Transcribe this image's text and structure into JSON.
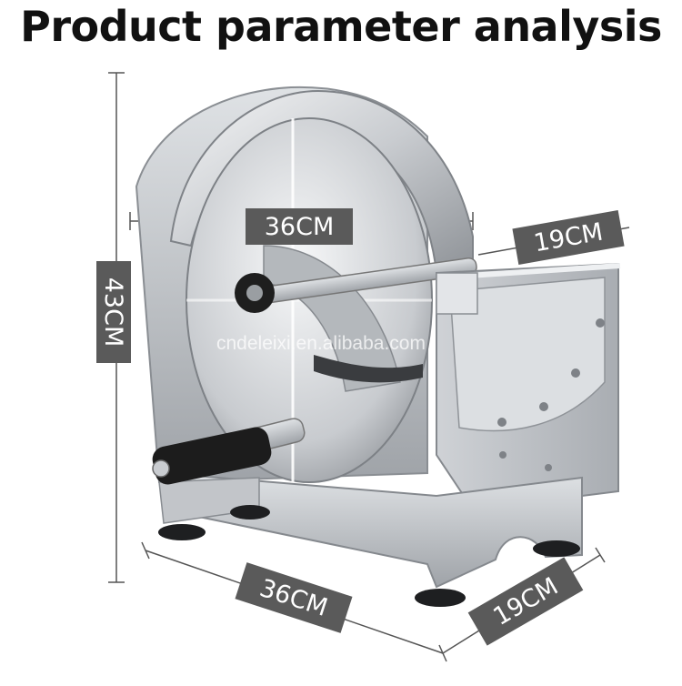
{
  "title": "Product parameter analysis",
  "dimensions": {
    "top_width": "36CM",
    "top_depth": "19CM",
    "height": "43CM",
    "base_width": "36CM",
    "base_depth": "19CM"
  },
  "watermark": "cndeleixi.en.alibaba.com",
  "colors": {
    "label_bg": "#5a5a5a",
    "label_text": "#ffffff",
    "steel_light": "#e6e8ea",
    "steel_dark": "#9a9ea2",
    "handle": "#1c1c1c"
  },
  "icons": [
    "slicer-machine-photo"
  ]
}
